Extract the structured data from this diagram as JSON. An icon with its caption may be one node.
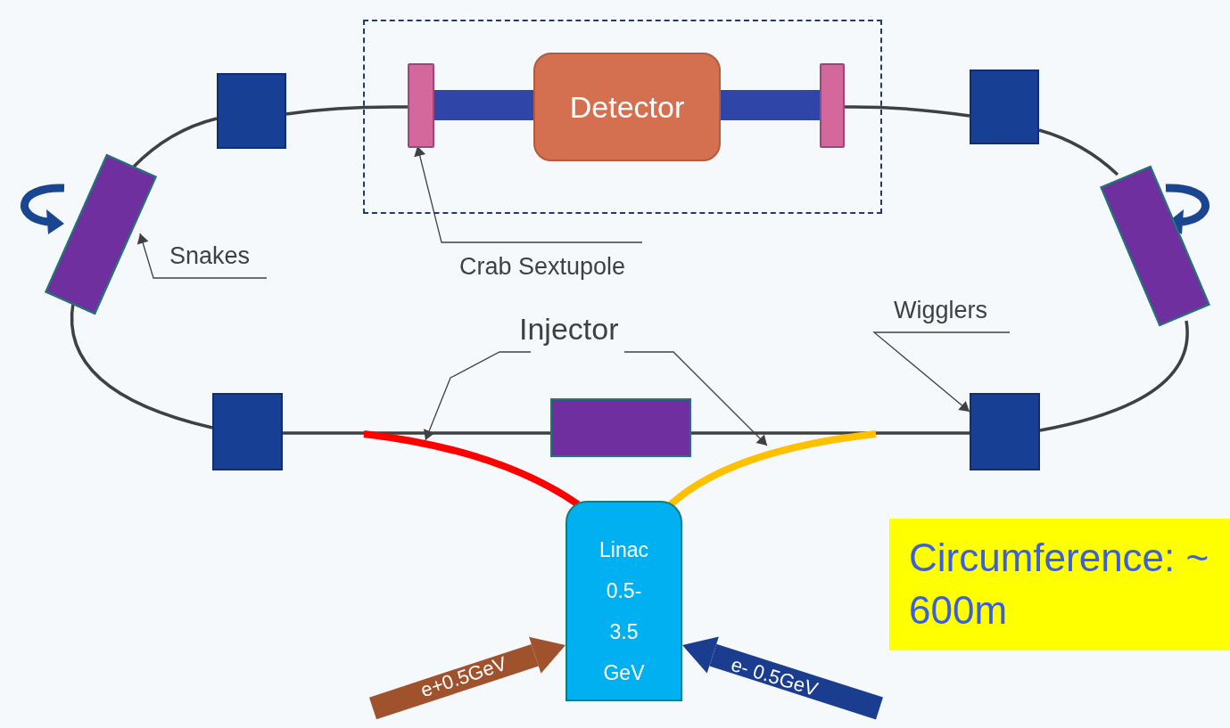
{
  "diagram": {
    "nodes": [
      {
        "text": [],
        "shape": "box"
      },
      {
        "text": [],
        "shape": "bar",
        "in": 0
      },
      {
        "text": [
          "Detector"
        ],
        "in": 0
      },
      {
        "text": [],
        "shape": "bar",
        "in": 0
      },
      {
        "text": [],
        "shape": "box"
      },
      {
        "text": [],
        "shape": "box"
      },
      {
        "text": [],
        "shape": "box"
      },
      {
        "text": [],
        "shape": "box"
      },
      {
        "text": [
          "Snakes"
        ]
      },
      {
        "text": [
          "Crab Sextupole"
        ]
      },
      {
        "text": [
          "Wigglers"
        ]
      },
      {
        "text": [
          "Injector"
        ]
      },
      {
        "text": [],
        "shape": "box"
      },
      {
        "text": [],
        "shape": "box"
      },
      {
        "text": [],
        "shape": "box"
      },
      {
        "text": [
          "Linac 0.5- 3.5 GeV"
        ]
      },
      {
        "text": [
          "Circumference: ~ 600m"
        ]
      }
    ],
    "edges": [
      {
        "from": 9,
        "to": 1,
        "arrow": "to"
      },
      {
        "from": 8,
        "to": 6,
        "arrow": "to"
      },
      {
        "from": 10,
        "to": 14,
        "arrow": "to"
      },
      {
        "from": 11,
        "to": null,
        "arrow": "to"
      },
      {
        "from": 11,
        "to": null,
        "arrow": "to"
      },
      {
        "from": 6,
        "to": 4,
        "arrow": "none"
      },
      {
        "from": 4,
        "to": 1,
        "arrow": "none"
      },
      {
        "from": 1,
        "to": 2,
        "arrow": "none",
        "style": "thick",
        "color": "#2f45a8"
      },
      {
        "from": 2,
        "to": 3,
        "arrow": "none",
        "style": "thick",
        "color": "#2f45a8"
      },
      {
        "from": 3,
        "to": 5,
        "arrow": "none"
      },
      {
        "from": 5,
        "to": 7,
        "arrow": "none"
      },
      {
        "from": 7,
        "to": 14,
        "arrow": "none"
      },
      {
        "from": 14,
        "to": 13,
        "arrow": "none"
      },
      {
        "from": 13,
        "to": 12,
        "arrow": "none"
      },
      {
        "from": 12,
        "to": 6,
        "arrow": "none"
      },
      {
        "from": 15,
        "to": null,
        "arrow": "none",
        "style": "thick",
        "color": "#ff0000"
      },
      {
        "from": 15,
        "to": null,
        "arrow": "none",
        "style": "thick",
        "color": "#ffc000"
      },
      {
        "from": null,
        "to": 15,
        "arrow": "to",
        "label": "e+0.5GeV",
        "style": "thick",
        "color": "#a0522d"
      },
      {
        "from": null,
        "to": 15,
        "arrow": "to",
        "label": "e- 0.5GeV",
        "style": "thick",
        "color": "#1a3d8f"
      }
    ]
  }
}
